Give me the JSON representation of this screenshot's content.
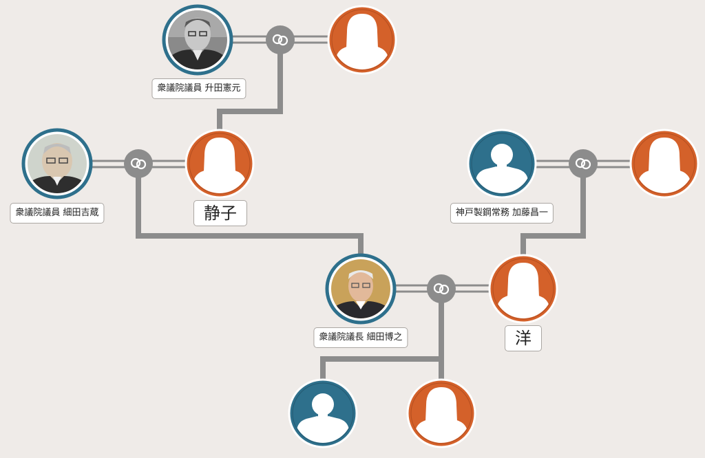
{
  "colors": {
    "background": "#efebe8",
    "connector": "#8c8c8c",
    "male_ring": "#2e708c",
    "female_ring": "#d4612a",
    "portrait_ring": "#2e708c"
  },
  "people": {
    "masuda": {
      "label": "衆議院議員 升田憲元",
      "gender": "male",
      "photo": "grayscale-portrait"
    },
    "masuda_wife": {
      "gender": "female"
    },
    "kichizo": {
      "label": "衆議院議員 細田吉蔵",
      "gender": "male",
      "photo": "grayscale-portrait"
    },
    "shizuko": {
      "label": "静子",
      "gender": "female"
    },
    "kato": {
      "label": "神戸製鋼常務 加藤昌一",
      "gender": "male"
    },
    "kato_wife": {
      "gender": "female"
    },
    "hiroyuki": {
      "label": "衆議院議長 細田博之",
      "gender": "male",
      "photo": "color-portrait"
    },
    "hiroshi": {
      "label": "洋",
      "gender": "female"
    },
    "son": {
      "gender": "male"
    },
    "daughter": {
      "gender": "female"
    }
  },
  "icons": {
    "marriage": "double-ring-icon",
    "male": "male-silhouette-icon",
    "female": "female-silhouette-icon"
  }
}
